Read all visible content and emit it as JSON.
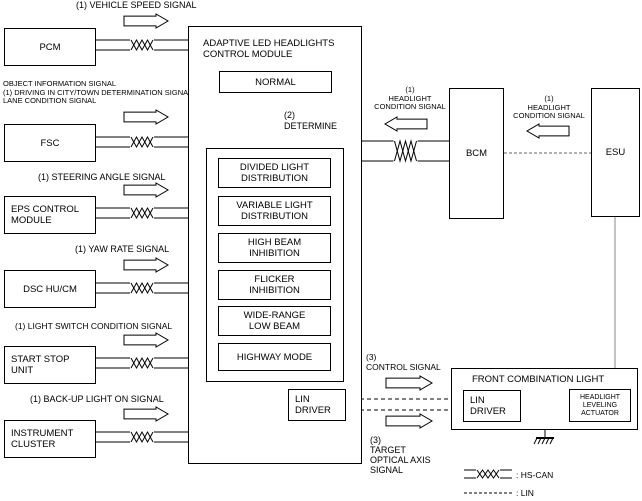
{
  "left_modules": [
    {
      "label": "PCM"
    },
    {
      "label": "FSC"
    },
    {
      "label": "EPS CONTROL\nMODULE"
    },
    {
      "label": "DSC HU/CM"
    },
    {
      "label": "START STOP\nUNIT"
    },
    {
      "label": "INSTRUMENT\nCLUSTER"
    }
  ],
  "input_signals": [
    {
      "label": "(1) VEHICLE SPEED SIGNAL"
    },
    {
      "label": "OBJECT INFORMATION SIGNAL\n(1) DRIVING IN CITY/TOWN DETERMINATION SIGNAL\nLANE CONDITION SIGNAL"
    },
    {
      "label": "(1) STEERING ANGLE SIGNAL"
    },
    {
      "label": "(1) YAW RATE SIGNAL"
    },
    {
      "label": "(1) LIGHT SWITCH CONDITION SIGNAL"
    },
    {
      "label": "(1) BACK-UP LIGHT ON SIGNAL"
    }
  ],
  "main_module": {
    "title": "ADAPTIVE LED HEADLIGHTS\nCONTROL MODULE",
    "normal": "NORMAL",
    "determine": "(2)\nDETERMINE",
    "modes": [
      "DIVIDED  LIGHT\nDISTRIBUTION",
      "VARIABLE LIGHT\nDISTRIBUTION",
      "HIGH BEAM\nINHIBITION",
      "FLICKER\nINHIBITION",
      "WIDE-RANGE\nLOW BEAM",
      "HIGHWAY MODE"
    ],
    "lin_driver": "LIN\nDRIVER"
  },
  "bcm": {
    "label": "BCM",
    "signal": "(1)\nHEADLIGHT\nCONDITION SIGNAL"
  },
  "esu": {
    "label": "ESU",
    "signal": "(1)\nHEADLIGHT\nCONDITION SIGNAL"
  },
  "front_combination_light": {
    "title": "FRONT COMBINATION LIGHT",
    "lin_driver": "LIN\nDRIVER",
    "actuator": "HEADLIGHT\nLEVELING\nACTUATOR"
  },
  "control_signal": "(3)\nCONTROL SIGNAL",
  "target_signal": "(3)\nTARGET\nOPTICAL AXIS\nSIGNAL",
  "legend": {
    "hs_can": ": HS-CAN",
    "lin": ": LIN"
  }
}
